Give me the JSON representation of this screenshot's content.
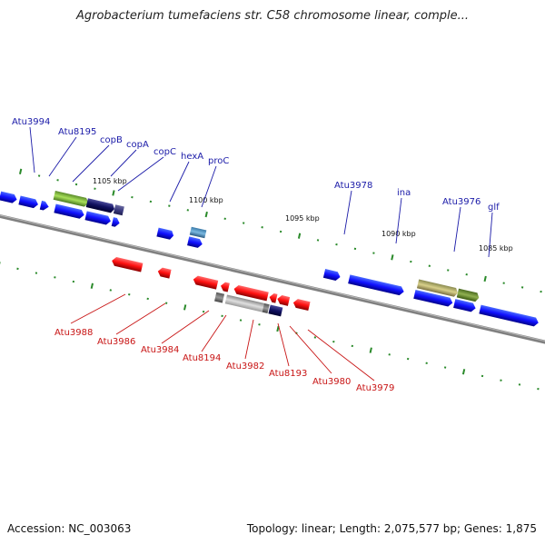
{
  "title": "Agrobacterium tumefaciens str. C58 chromosome linear, comple...",
  "footer": {
    "accession": "Accession: NC_003063",
    "summary": "Topology: linear; Length: 2,075,577 bp; Genes: 1,875"
  },
  "colors": {
    "forward": "#1a1aa8",
    "reverse": "#c81414",
    "backbone": "#808080",
    "tick": "#2a8a2a"
  },
  "scale": [
    "1105 kbp",
    "1100 kbp",
    "1095 kbp",
    "1090 kbp",
    "1085 kbp"
  ],
  "forward_genes": [
    "Atu3994",
    "Atu8195",
    "copB",
    "copA",
    "copC",
    "hexA",
    "proC",
    "Atu3978",
    "ina",
    "Atu3976",
    "glf"
  ],
  "reverse_genes": [
    "Atu3988",
    "Atu3986",
    "Atu3984",
    "Atu8194",
    "Atu3982",
    "Atu8193",
    "Atu3980",
    "Atu3979"
  ]
}
